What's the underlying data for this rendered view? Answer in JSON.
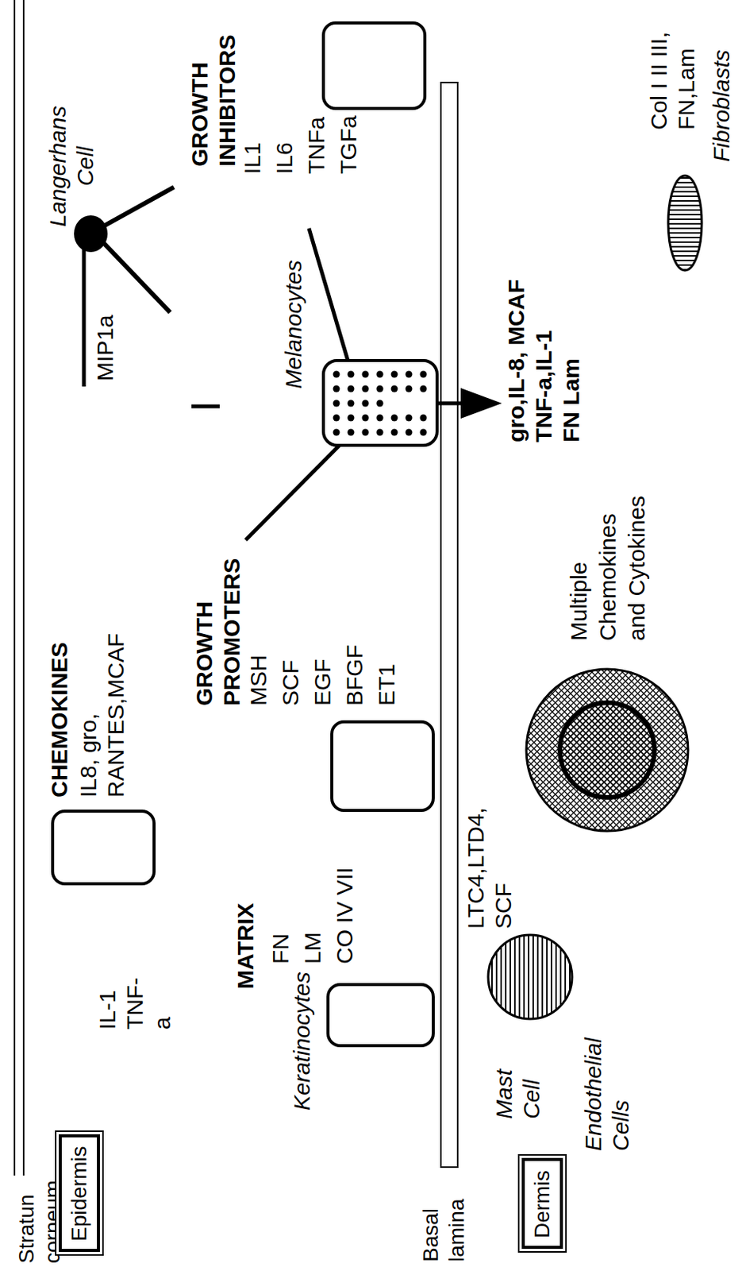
{
  "diagram": {
    "nodes": [
      {
        "text": [
          "Epidermis"
        ]
      },
      {
        "text": [
          "Dermis"
        ]
      }
    ],
    "labels": [
      "Stratun corneum",
      "Keratinocytes",
      "IL-1 TNF-a",
      "MATRIX",
      "FN",
      "LM",
      "CO IV VII",
      "CHEMOKINES",
      "IL8, gro, RANTES,MCAF",
      "GROWTH PROMOTERS",
      "MSH SCF EGF BFGF ET1",
      "Basal lamina",
      "Mast Cell",
      "Endothelial Cells",
      "LTC4,LTD4, SCF",
      "Multiple Chemokines and Cytokines",
      "Melanocytes",
      "MIP1a",
      "Langerhans Cell",
      "GROWTH INHIBITORS",
      "IL1 IL6 TNFa TGFa",
      "gro,IL-8, MCAF",
      "TNF-a,IL-1",
      "FN Lam",
      "Col I II III, FN,Lam",
      "Fibroblasts"
    ]
  }
}
